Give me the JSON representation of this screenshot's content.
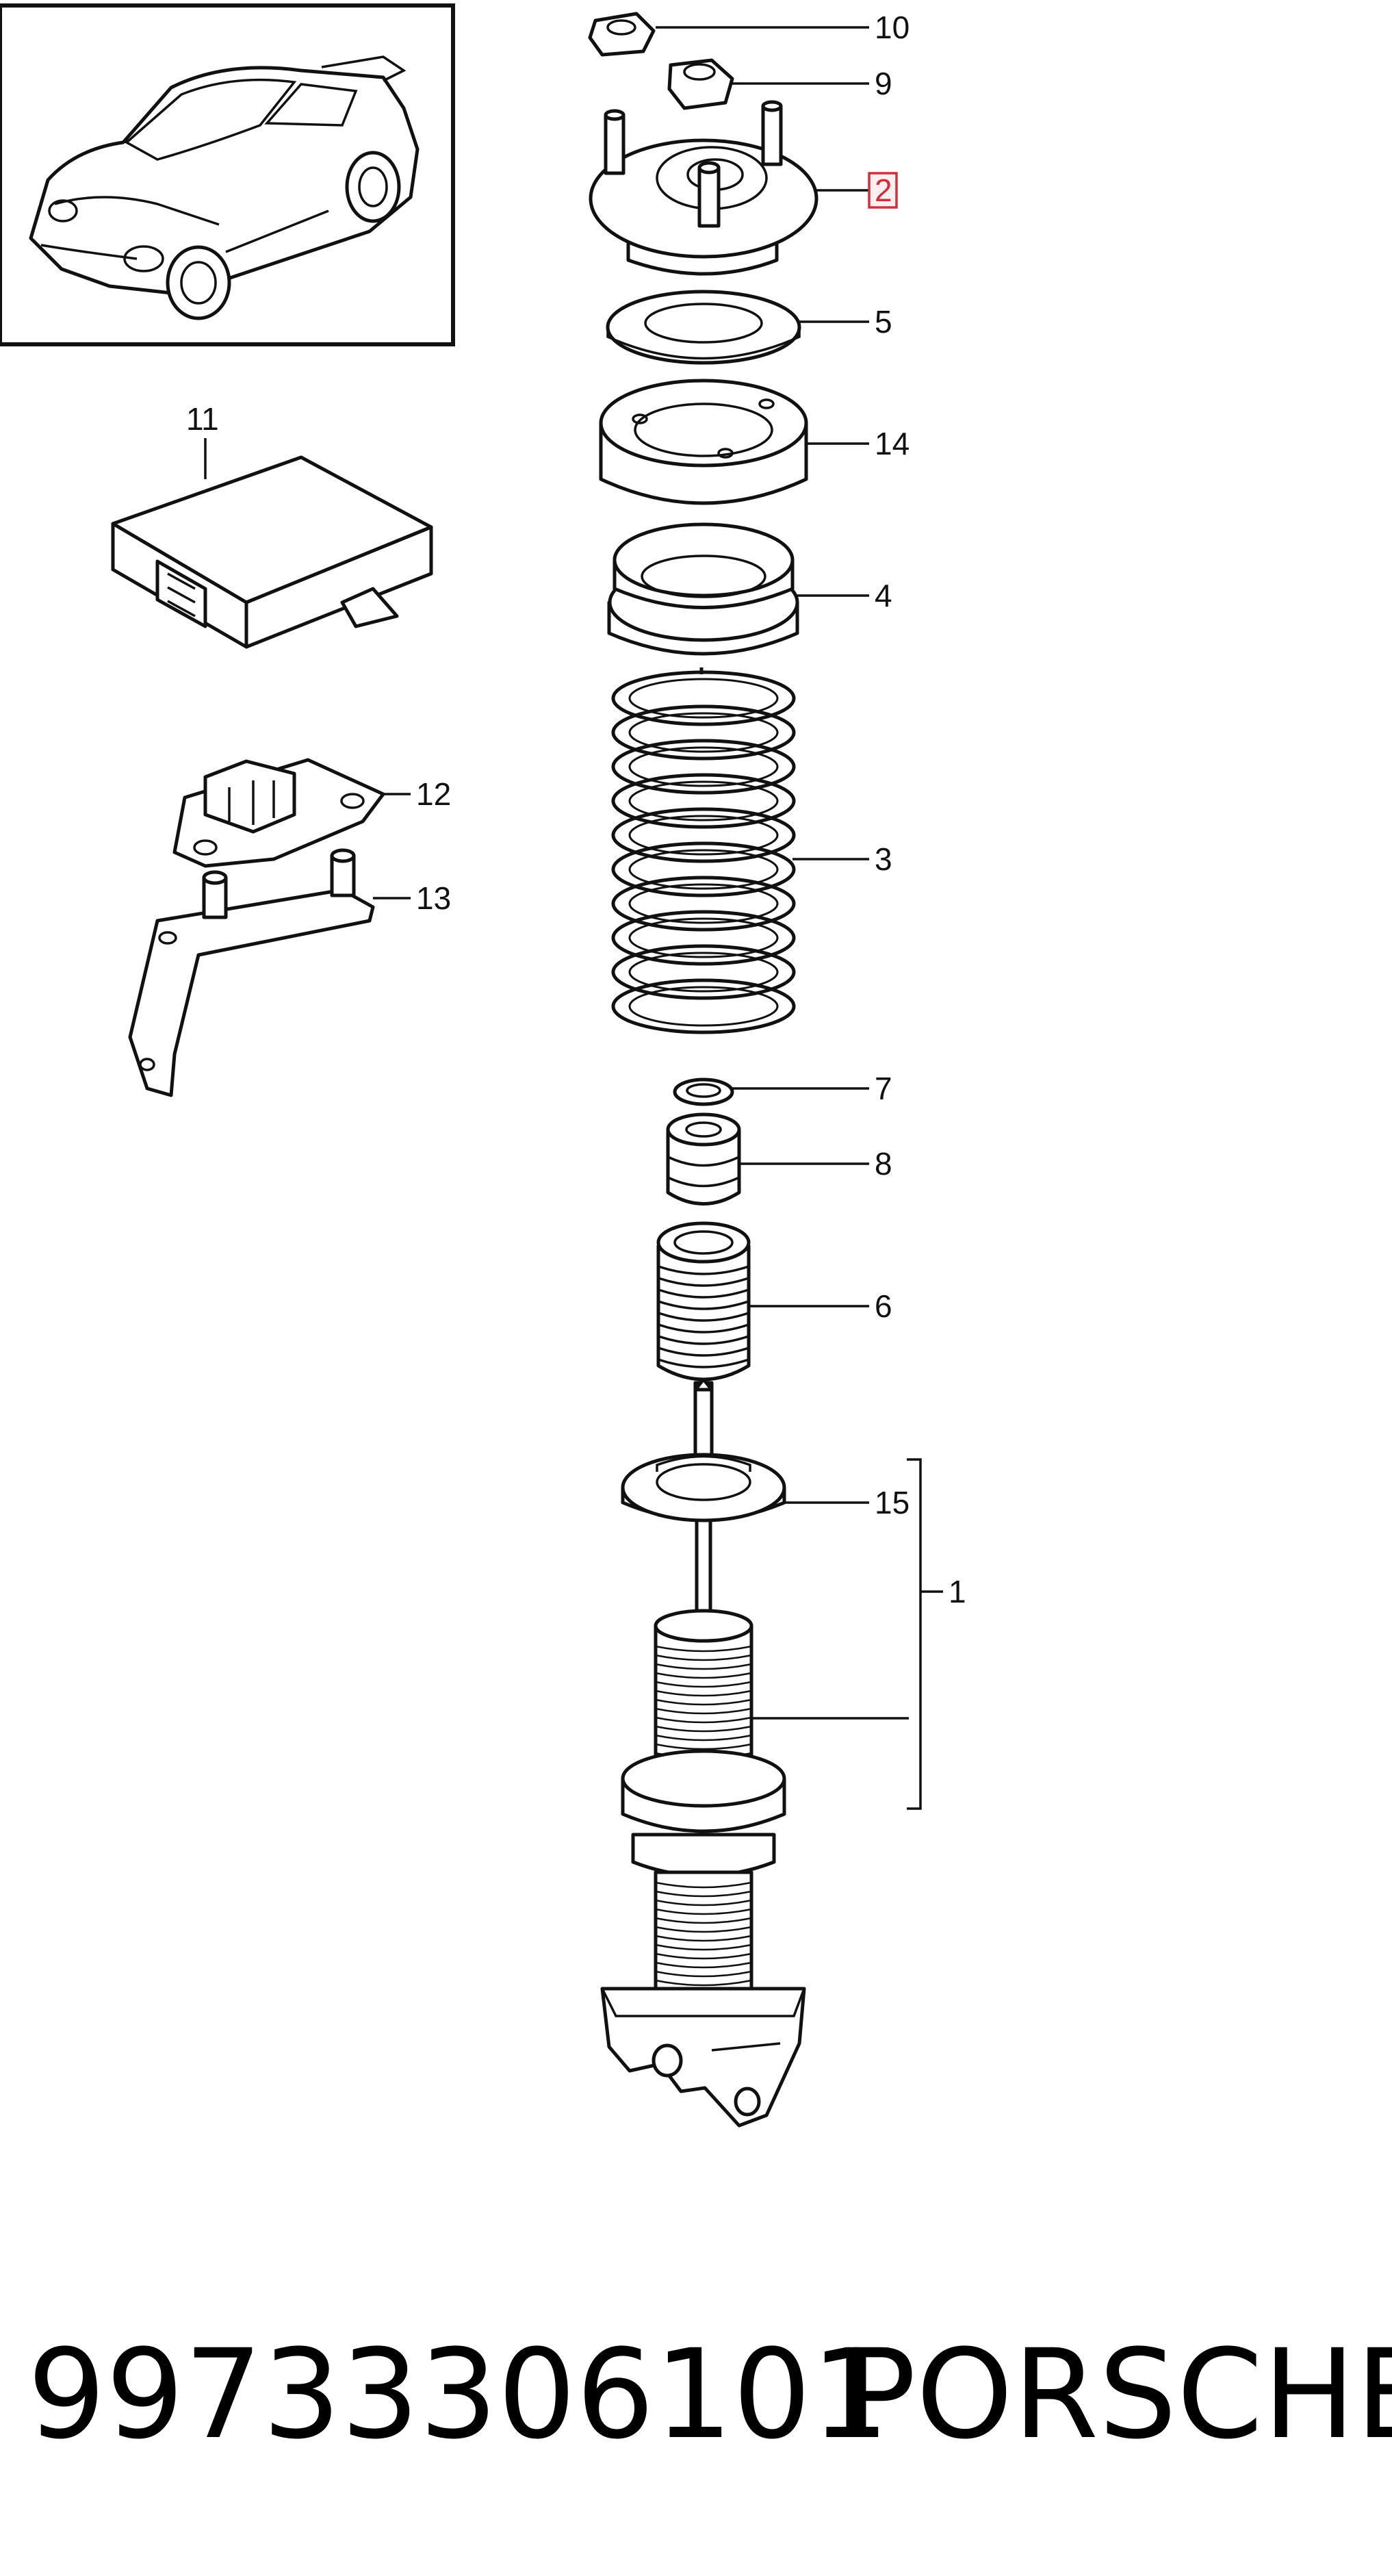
{
  "callouts": [
    {
      "id": "c10",
      "label": "10"
    },
    {
      "id": "c9",
      "label": "9"
    },
    {
      "id": "c2",
      "label": "2",
      "highlighted": true
    },
    {
      "id": "c5",
      "label": "5"
    },
    {
      "id": "c14",
      "label": "14"
    },
    {
      "id": "c4",
      "label": "4"
    },
    {
      "id": "c3",
      "label": "3"
    },
    {
      "id": "c7",
      "label": "7"
    },
    {
      "id": "c8",
      "label": "8"
    },
    {
      "id": "c6",
      "label": "6"
    },
    {
      "id": "c15",
      "label": "15"
    },
    {
      "id": "c1",
      "label": "1"
    },
    {
      "id": "c11",
      "label": "11"
    },
    {
      "id": "c12",
      "label": "12"
    },
    {
      "id": "c13",
      "label": "13"
    }
  ],
  "footer": {
    "part_number": "99733306101",
    "brand": "PORSCHE"
  },
  "colors": {
    "line": "#111111",
    "highlight_box": "#d0303a",
    "background": "#ffffff"
  }
}
